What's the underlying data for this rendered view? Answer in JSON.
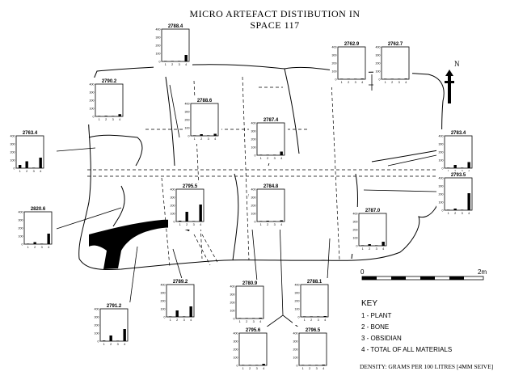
{
  "title_line1": "MICRO ARTEFACT DISTIBUTION IN",
  "title_line2": "SPACE 117",
  "north_label": "N",
  "scale": {
    "start": "0",
    "end": "2m"
  },
  "key": {
    "title": "KEY",
    "items": [
      "1 - PLANT",
      "2 - BONE",
      "3 - OBSIDIAN",
      "4 - TOTAL OF ALL MATERIALS"
    ]
  },
  "density_note": "DENSITY: GRAMS PER 100 LITRES [4MM SEIVE]",
  "y_ticks": [
    "400",
    "300",
    "200",
    "100",
    "0"
  ],
  "x_ticks": [
    "1",
    "2",
    "3",
    "4"
  ],
  "samples": [
    {
      "id": "2788.4",
      "values": [
        2,
        3,
        3,
        80
      ]
    },
    {
      "id": "2762.9",
      "values": [
        3,
        3,
        3,
        8
      ]
    },
    {
      "id": "2762.7",
      "values": [
        3,
        3,
        3,
        8
      ]
    },
    {
      "id": "2790.2",
      "values": [
        3,
        8,
        3,
        28
      ]
    },
    {
      "id": "2788.6",
      "values": [
        3,
        20,
        3,
        25
      ]
    },
    {
      "id": "2787.4",
      "values": [
        3,
        5,
        3,
        45
      ]
    },
    {
      "id": "2763.4",
      "values": [
        40,
        85,
        3,
        130
      ]
    },
    {
      "id": "2783.4",
      "values": [
        3,
        40,
        3,
        75
      ]
    },
    {
      "id": "2793.5",
      "values": [
        3,
        20,
        3,
        210
      ]
    },
    {
      "id": "2795.5",
      "values": [
        10,
        120,
        5,
        210
      ]
    },
    {
      "id": "2784.8",
      "values": [
        3,
        10,
        3,
        15
      ]
    },
    {
      "id": "2820.6",
      "values": [
        5,
        25,
        3,
        130
      ]
    },
    {
      "id": "2787.0",
      "values": [
        3,
        20,
        3,
        50
      ]
    },
    {
      "id": "2789.2",
      "values": [
        3,
        80,
        3,
        130
      ]
    },
    {
      "id": "2791.2",
      "values": [
        8,
        70,
        3,
        150
      ]
    },
    {
      "id": "2780.9",
      "values": [
        3,
        3,
        3,
        10
      ]
    },
    {
      "id": "2788.1",
      "values": [
        3,
        3,
        3,
        10
      ]
    },
    {
      "id": "2795.6",
      "values": [
        3,
        3,
        3,
        20
      ]
    },
    {
      "id": "2796.5",
      "values": [
        3,
        3,
        3,
        10
      ]
    }
  ]
}
